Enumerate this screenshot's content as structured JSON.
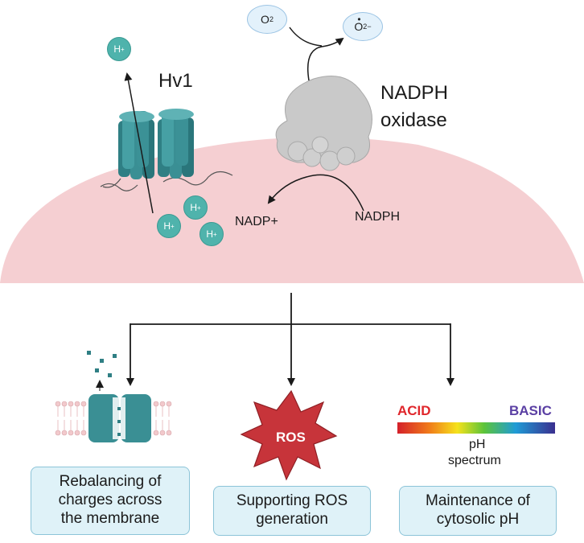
{
  "labels": {
    "channel": "Hv1",
    "oxidase_line1": "NADPH",
    "oxidase_line2": "oxidase",
    "nadph": "NADPH",
    "nadp_plus": "NADP+",
    "proton": "H",
    "proton_charge": "+",
    "oxygen": "O",
    "oxygen_sub": "2",
    "superoxide": "O",
    "superoxide_sub": "2",
    "superoxide_charge": "−",
    "ros": "ROS",
    "acid": "ACID",
    "basic": "BASIC",
    "ph_line1": "pH",
    "ph_line2": "spectrum"
  },
  "outcomes": [
    {
      "line1": "Rebalancing of",
      "line2": "charges across",
      "line3": "the membrane"
    },
    {
      "line1": "Supporting ROS",
      "line2": "generation"
    },
    {
      "line1": "Maintenance of",
      "line2": "cytosolic pH"
    }
  ],
  "colors": {
    "cell": "#f5cfd2",
    "channel": "#2f7f84",
    "proton": "#4fb3ac",
    "oxidase": "#c9c9c9",
    "ros_star": "#c7343a",
    "acid_text": "#e0262b",
    "basic_text": "#5a3fa3",
    "box_fill": "#dff2f8"
  }
}
